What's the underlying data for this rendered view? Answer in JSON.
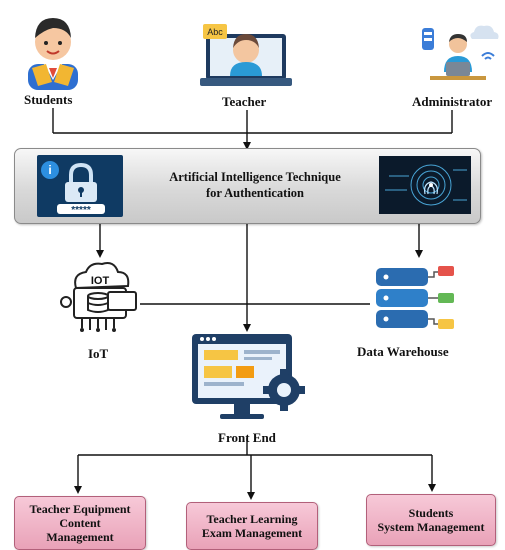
{
  "actors": {
    "students": "Students",
    "teacher": "Teacher",
    "administrator": "Administrator"
  },
  "auth_box": {
    "line1": "Artificial Intelligence Technique",
    "line2": "for Authentication",
    "lock_code": "*****",
    "info_glyph": "i"
  },
  "components": {
    "iot": "IoT",
    "iot_icon_text": "IOT",
    "data_warehouse": "Data Warehouse",
    "front_end": "Front End"
  },
  "teacher_screen_text": "Abc",
  "modules": [
    {
      "line1": "Teacher Equipment",
      "line2": "Content",
      "line3": "Management"
    },
    {
      "line1": "Teacher Learning",
      "line2": "Exam Management"
    },
    {
      "line1": "Students",
      "line2": "System Management"
    }
  ],
  "colors": {
    "module_fill": "#f0b3c6",
    "module_border": "#b2607a",
    "auth_panel": "#d9d9d9",
    "accent_yellow": "#f6c544",
    "accent_blue": "#2b6cb0"
  }
}
